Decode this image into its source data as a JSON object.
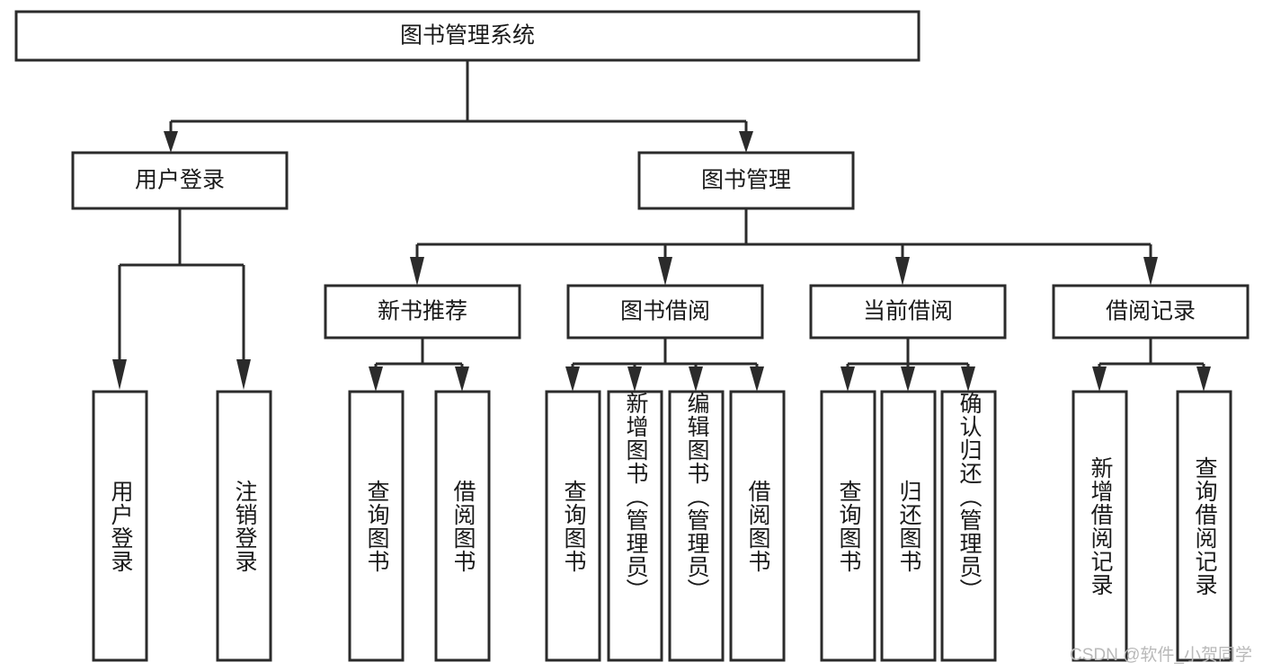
{
  "diagram": {
    "title": "图书管理系统",
    "type": "tree-hierarchy-diagram",
    "root": {
      "id": "root",
      "label": "图书管理系统"
    },
    "level2": [
      {
        "id": "user-login",
        "label": "用户登录"
      },
      {
        "id": "book-manage",
        "label": "图书管理"
      }
    ],
    "level3": [
      {
        "id": "new-book-recommend",
        "label": "新书推荐",
        "parent": "book-manage"
      },
      {
        "id": "book-borrow",
        "label": "图书借阅",
        "parent": "book-manage"
      },
      {
        "id": "current-borrow",
        "label": "当前借阅",
        "parent": "book-manage"
      },
      {
        "id": "borrow-record",
        "label": "借阅记录",
        "parent": "book-manage"
      }
    ],
    "leaves": {
      "user_login": [
        {
          "id": "leaf-user-login",
          "label": "用户登录"
        },
        {
          "id": "leaf-logout-login",
          "label": "注销登录"
        }
      ],
      "new_book_recommend": [
        {
          "id": "leaf-query-book-1",
          "label": "查询图书"
        },
        {
          "id": "leaf-borrow-book-1",
          "label": "借阅图书"
        }
      ],
      "book_borrow": [
        {
          "id": "leaf-query-book-2",
          "label": "查询图书"
        },
        {
          "id": "leaf-add-book-admin",
          "label": "新增图书（管理员）"
        },
        {
          "id": "leaf-edit-book-admin",
          "label": "编辑图书（管理员）"
        },
        {
          "id": "leaf-borrow-book-2",
          "label": "借阅图书"
        }
      ],
      "current_borrow": [
        {
          "id": "leaf-query-book-3",
          "label": "查询图书"
        },
        {
          "id": "leaf-return-book",
          "label": "归还图书"
        },
        {
          "id": "leaf-confirm-return-admin",
          "label": "确认归还（管理员）"
        }
      ],
      "borrow_record": [
        {
          "id": "leaf-add-borrow-record",
          "label": "新增借阅记录"
        },
        {
          "id": "leaf-query-borrow-record",
          "label": "查询借阅记录"
        }
      ]
    }
  },
  "watermark": {
    "text": "CSDN @软件_小贺同学"
  },
  "colors": {
    "stroke": "#2b2b2b",
    "fill": "#ffffff",
    "text": "#1a1a1a",
    "watermark": "#b9b9b9"
  }
}
